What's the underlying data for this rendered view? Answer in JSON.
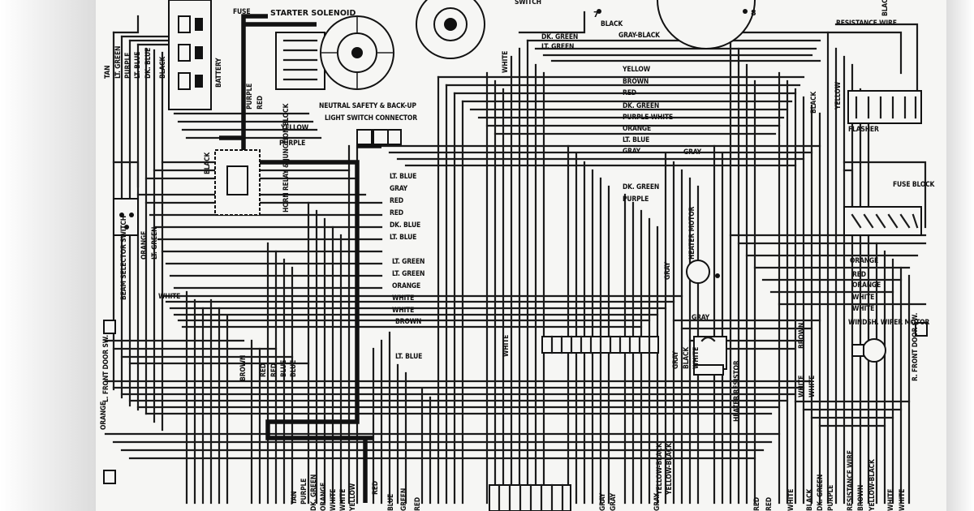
{
  "components": {
    "fuse": "FUSE",
    "starter_solenoid": "STARTER SOLENOID",
    "battery": "BATTERY",
    "neutral_safety": "NEUTRAL SAFETY & BACK-UP",
    "light_switch_connector": "LIGHT SWITCH CONNECTOR",
    "horn_relay": "HORN RELAY & JUNCTION BLOCK",
    "beam_selector": "BEAM SELECTOR SWITCH",
    "l_front_door": "L. FRONT DOOR SW.",
    "r_front_door": "R. FRONT DOOR SW.",
    "heater_motor": "HEATER MOTOR",
    "heater_resistor": "HEATER RESISTOR",
    "windsh_wiper": "WINDSH. WIPER MOTOR",
    "flasher": "FLASHER",
    "fuse_block": "FUSE BLOCK",
    "resistance_wire": "RESISTANCE WIRE",
    "switch_top": "SWITCH"
  },
  "terminals": {
    "t7": "7",
    "t8": "8"
  },
  "left_bundle_labels": [
    "TAN",
    "LT. GREEN",
    "PURPLE",
    "LT. BLUE",
    "DK. BLUE",
    "BLACK"
  ],
  "top_labels": {
    "black_top": "BLACK",
    "dk_green": "DK. GREEN",
    "lt_green": "LT. GREEN",
    "gray_black": "GRAY-BLACK",
    "white_top": "WHITE",
    "black_right": "BLACK"
  },
  "battery_side": {
    "black": "BLACK",
    "purple": "PURPLE",
    "red": "RED",
    "yellow": "YELLOW",
    "purple2": "PURPLE"
  },
  "center_right_labels": [
    "YELLOW",
    "BROWN",
    "RED",
    "DK. GREEN",
    "PURPLE-WHITE",
    "ORANGE",
    "LT. BLUE",
    "GRAY"
  ],
  "center_right_2": [
    "DK. GREEN",
    "PURPLE"
  ],
  "center_left_1": [
    "LT. BLUE",
    "GRAY",
    "RED",
    "RED",
    "DK. BLUE",
    "LT. BLUE"
  ],
  "center_left_2": [
    "LT. GREEN",
    "LT. GREEN",
    "ORANGE",
    "WHITE",
    "WHITE",
    "BROWN"
  ],
  "lt_blue_low": "LT. BLUE",
  "gray_mid": "GRAY",
  "gray_low": "GRAY",
  "right_side_labels": [
    "ORANGE",
    "RED",
    "ORANGE",
    "WHITE",
    "WHITE"
  ],
  "right_side_vertical": [
    "YELLOW",
    "BLACK"
  ],
  "lower_vertical_left": [
    "BROWN",
    "RED",
    "RED",
    "BLUE",
    "BLUE",
    "WHITE"
  ],
  "lower_vertical_mid": [
    "GRAY",
    "GRAY",
    "BLACK",
    "WHITE"
  ],
  "lower_vertical_right": [
    "BROWN",
    "WHITE",
    "WHITE"
  ],
  "bottom_labels_left": [
    "TAN",
    "PURPLE",
    "DK. GREEN",
    "ORANGE",
    "WHITE",
    "WHITE",
    "YELLOW"
  ],
  "bottom_labels_mid": [
    "RED",
    "BLUE",
    "GREEN",
    "RED",
    "GRAY",
    "GRAY"
  ],
  "bottom_labels_right": [
    "YELLOW-BLACK",
    "GRAY",
    "YELLOW-BLACK",
    "RED",
    "RED",
    "WHITE",
    "BLACK",
    "DK. GREEN",
    "PURPLE",
    "RESISTANCE WIRE",
    "BROWN",
    "YELLOW-BLACK",
    "WHITE",
    "WHITE"
  ],
  "left_side_vertical": [
    "ORANGE",
    "LT. GREEN",
    "WHITE",
    "ORANGE"
  ],
  "colors": {
    "ink": "#111111",
    "paper": "#f6f6f4",
    "frame": "#e9e9e9"
  }
}
